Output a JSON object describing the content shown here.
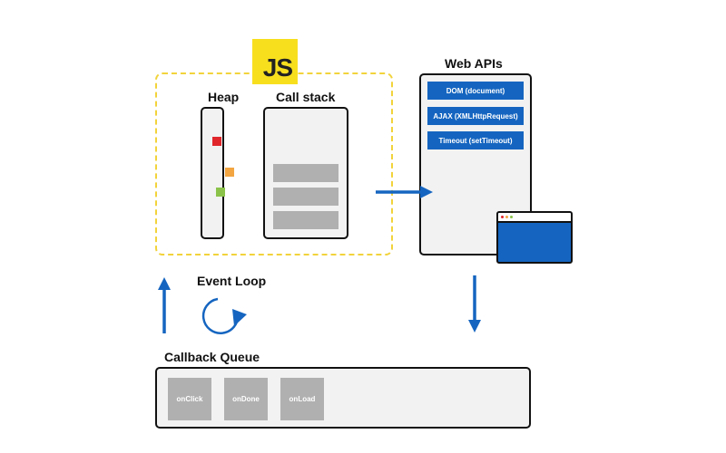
{
  "js_logo": "JS",
  "heap": {
    "label": "Heap"
  },
  "call_stack": {
    "label": "Call stack"
  },
  "web_apis": {
    "label": "Web APIs",
    "items": [
      "DOM (document)",
      "AJAX (XMLHttpRequest)",
      "Timeout (setTimeout)"
    ]
  },
  "event_loop": {
    "label": "Event Loop"
  },
  "callback_queue": {
    "label": "Callback Queue",
    "items": [
      "onClick",
      "onDone",
      "onLoad"
    ]
  },
  "colors": {
    "js_yellow": "#f7df1e",
    "runtime_border": "#f2d33b",
    "accent_blue": "#1565c0",
    "heap_red": "#e0262b",
    "heap_orange": "#f2a541",
    "heap_green": "#8bc34a",
    "frame_gray": "#b0b0b0"
  }
}
